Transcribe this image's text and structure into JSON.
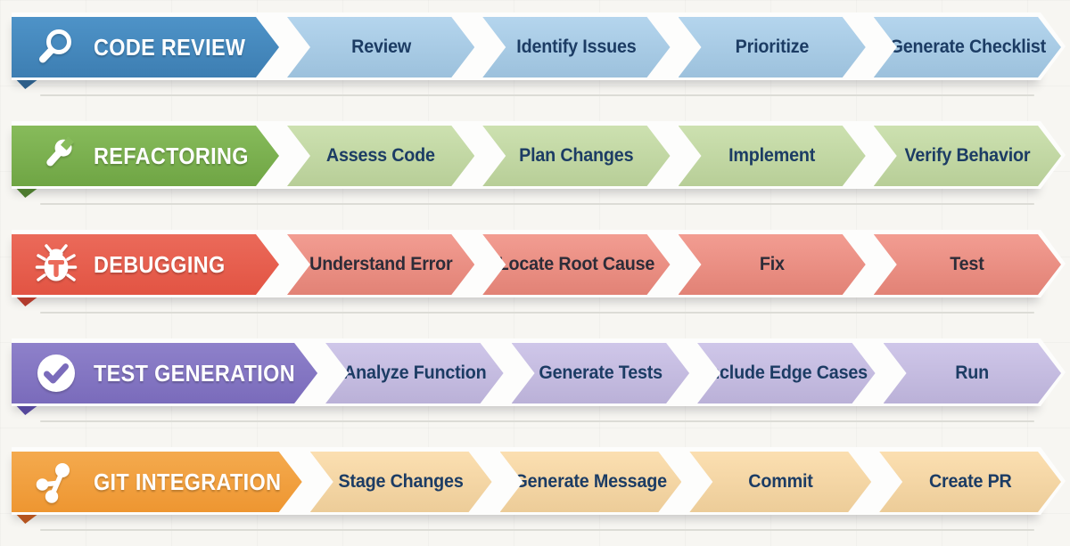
{
  "workflows": [
    {
      "id": "code-review",
      "label": "CODE REVIEW",
      "icon": "magnifier-icon",
      "steps": [
        "Review",
        "Identify Issues",
        "Prioritize",
        "Generate Checklist"
      ],
      "colors": {
        "header_top": "#4e93c8",
        "header_bottom": "#3d7eb2",
        "fold": "#2c5d88",
        "step_bg": "#a6cdea",
        "step_text": "#1c3c64"
      }
    },
    {
      "id": "refactoring",
      "label": "REFACTORING",
      "icon": "wrench-icon",
      "steps": [
        "Assess Code",
        "Plan Changes",
        "Implement",
        "Verify Behavior"
      ],
      "colors": {
        "header_top": "#87bb5b",
        "header_bottom": "#6fa544",
        "fold": "#4c7a2e",
        "step_bg": "#c3dba1",
        "step_text": "#1c3c64"
      }
    },
    {
      "id": "debugging",
      "label": "DEBUGGING",
      "icon": "bug-icon",
      "steps": [
        "Understand Error",
        "Locate Root Cause",
        "Fix",
        "Test"
      ],
      "colors": {
        "header_top": "#eb6a5a",
        "header_bottom": "#e25443",
        "fold": "#b23b2c",
        "step_bg": "#f08a7d",
        "step_text": "#2d2c38"
      }
    },
    {
      "id": "test-generation",
      "label": "TEST GENERATION",
      "icon": "check-circle-icon",
      "steps": [
        "Analyze Function",
        "Generate Tests",
        "Include Edge Cases",
        "Run"
      ],
      "colors": {
        "header_top": "#8e81ca",
        "header_bottom": "#7a6bbb",
        "fold": "#55479b",
        "step_bg": "#c6bce5",
        "step_text": "#1c3c64"
      }
    },
    {
      "id": "git-integration",
      "label": "GIT INTEGRATION",
      "icon": "git-branch-icon",
      "steps": [
        "Stage Changes",
        "Generate Message",
        "Commit",
        "Create PR"
      ],
      "colors": {
        "header_top": "#f4aa4e",
        "header_bottom": "#ee9631",
        "fold": "#b5541f",
        "step_bg": "#fbd9a2",
        "step_text": "#1c3c64"
      }
    }
  ]
}
